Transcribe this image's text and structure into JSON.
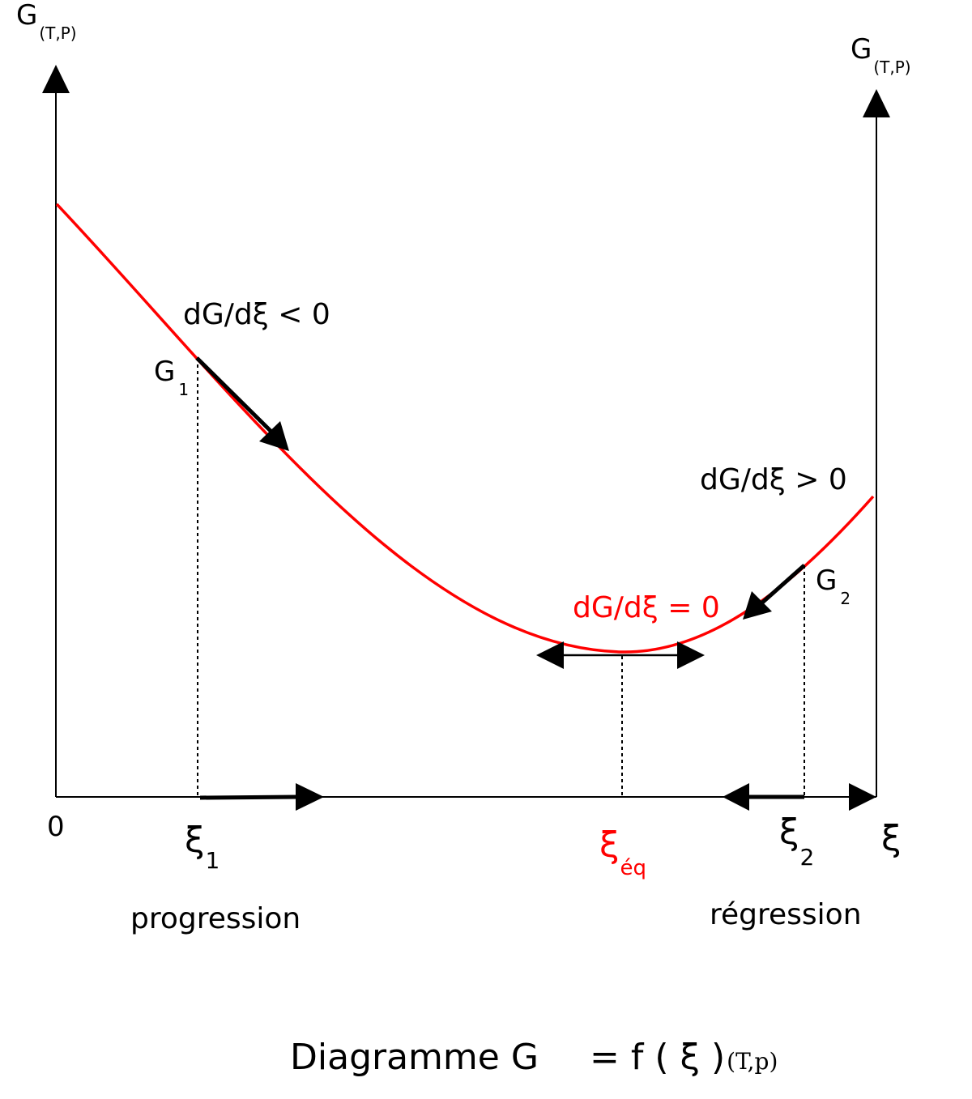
{
  "title": {
    "main": "Diagramme G",
    "eq": "= f ( ξ )",
    "sub": "(T,P)",
    "sub_display": "(T,p)"
  },
  "axes": {
    "left_y": {
      "label": "G",
      "sub": "(T,P)"
    },
    "right_y": {
      "label": "G",
      "sub": "(T,P)"
    },
    "x": {
      "label": "ξ",
      "origin": "0"
    }
  },
  "points": {
    "g1": {
      "label": "G",
      "sub": "1"
    },
    "g2": {
      "label": "G",
      "sub": "2"
    },
    "xi1": {
      "label": "ξ",
      "sub": "1"
    },
    "xi2": {
      "label": "ξ",
      "sub": "2"
    },
    "xi_eq": {
      "label": "ξ",
      "sub": "éq"
    }
  },
  "annotations": {
    "neg": "dG/dξ < 0",
    "pos": "dG/dξ > 0",
    "zero": "dG/dξ = 0",
    "progression": "progression",
    "regression": "régression"
  },
  "colors": {
    "curve": "#ff0000",
    "axis": "#000000"
  }
}
